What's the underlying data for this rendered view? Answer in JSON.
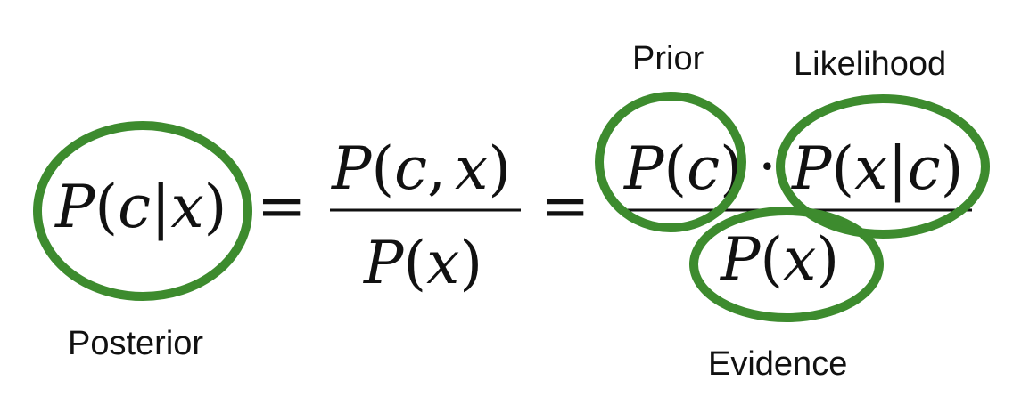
{
  "labels": {
    "posterior": "Posterior",
    "prior": "Prior",
    "likelihood": "Likelihood",
    "evidence": "Evidence"
  },
  "equation": {
    "left": {
      "P": "P",
      "open": "(",
      "c": "c",
      "bar": "|",
      "x": "x",
      "close": ")"
    },
    "equals": "=",
    "joint": {
      "numerator": {
        "P": "P",
        "open": "(",
        "c": "c",
        "comma": ",",
        "x": "x",
        "close": ")"
      },
      "denominator": {
        "P": "P",
        "open": "(",
        "x": "x",
        "close": ")"
      }
    },
    "bayes": {
      "prior": {
        "P": "P",
        "open": "(",
        "c": "c",
        "close": ")"
      },
      "dot": "·",
      "likelihood": {
        "P": "P",
        "open": "(",
        "x": "x",
        "bar": "|",
        "c": "c",
        "close": ")"
      },
      "evidence": {
        "P": "P",
        "open": "(",
        "x": "x",
        "close": ")"
      }
    }
  },
  "colors": {
    "circle": "#3d8b2e",
    "text": "#111111"
  }
}
